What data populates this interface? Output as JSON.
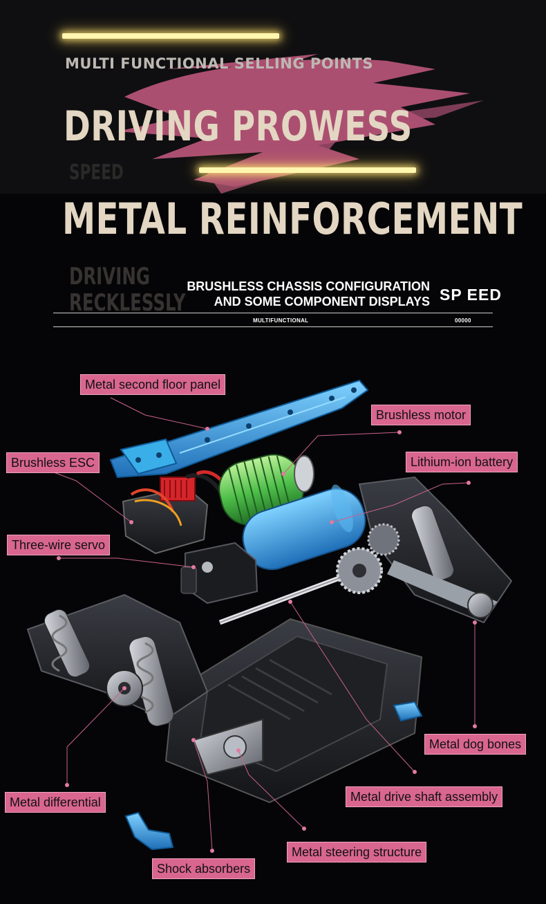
{
  "header": {
    "kicker": "MULTI FUNCTIONAL SELLING POINTS",
    "title1": "DRIVING PROWESS",
    "ghost1": "SPEED",
    "title2": "METAL REINFORCEMENT"
  },
  "subheader": {
    "ghost_line1": "DRIVING",
    "ghost_line2": "RECKLESSLY",
    "line1": "BRUSHLESS CHASSIS CONFIGURATION",
    "line2": "AND SOME COMPONENT DISPLAYS",
    "speed": "SP EED",
    "caption_left": "MULTIFUNCTIONAL",
    "caption_right": "00000"
  },
  "callouts": {
    "second_floor_panel": "Metal second floor panel",
    "brushless_motor": "Brushless motor",
    "brushless_esc": "Brushless ESC",
    "lithium_battery": "Lithium-ion battery",
    "servo": "Three-wire servo",
    "dog_bones": "Metal dog bones",
    "drive_shaft": "Metal drive shaft assembly",
    "differential": "Metal differential",
    "steering": "Metal steering structure",
    "shock_absorbers": "Shock absorbers"
  },
  "colors": {
    "callout_bg": "#d9668f",
    "title": "#e3d6c2",
    "glow": "#fff6b0",
    "brush": "#c05a7e",
    "panel_blue": "#3aaee8",
    "battery_blue": "#3f9fe6",
    "motor_green": "#4fbf4a"
  }
}
